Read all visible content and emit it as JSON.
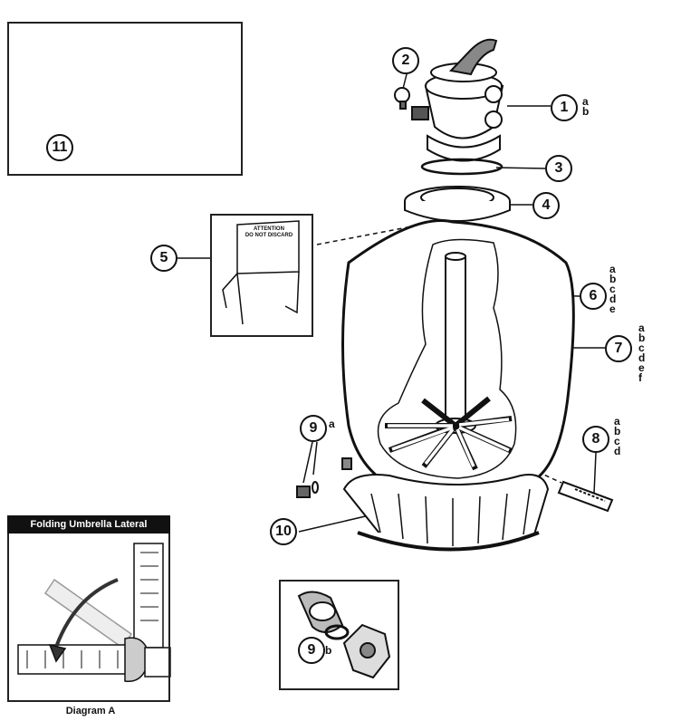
{
  "parts": [
    {
      "number": "1",
      "variants": [
        "a",
        "b"
      ]
    },
    {
      "number": "2",
      "variants": []
    },
    {
      "number": "3",
      "variants": []
    },
    {
      "number": "4",
      "variants": []
    },
    {
      "number": "5",
      "variants": []
    },
    {
      "number": "6",
      "variants": [
        "a",
        "b",
        "c",
        "d",
        "e"
      ]
    },
    {
      "number": "7",
      "variants": [
        "a",
        "b",
        "c",
        "d",
        "e",
        "f"
      ]
    },
    {
      "number": "8",
      "variants": [
        "a",
        "b",
        "c",
        "d"
      ]
    },
    {
      "number": "9",
      "variants": [
        "a"
      ]
    },
    {
      "number": "10",
      "variants": []
    },
    {
      "number": "11",
      "variants": []
    }
  ],
  "inset_callout": {
    "number": "9",
    "suffix": "b"
  },
  "label_sign": {
    "line1": "ATTENTION",
    "line2": "DO NOT DISCARD"
  },
  "diagram_a": {
    "title": "Folding Umbrella Lateral Assembly",
    "caption": "Diagram A"
  }
}
